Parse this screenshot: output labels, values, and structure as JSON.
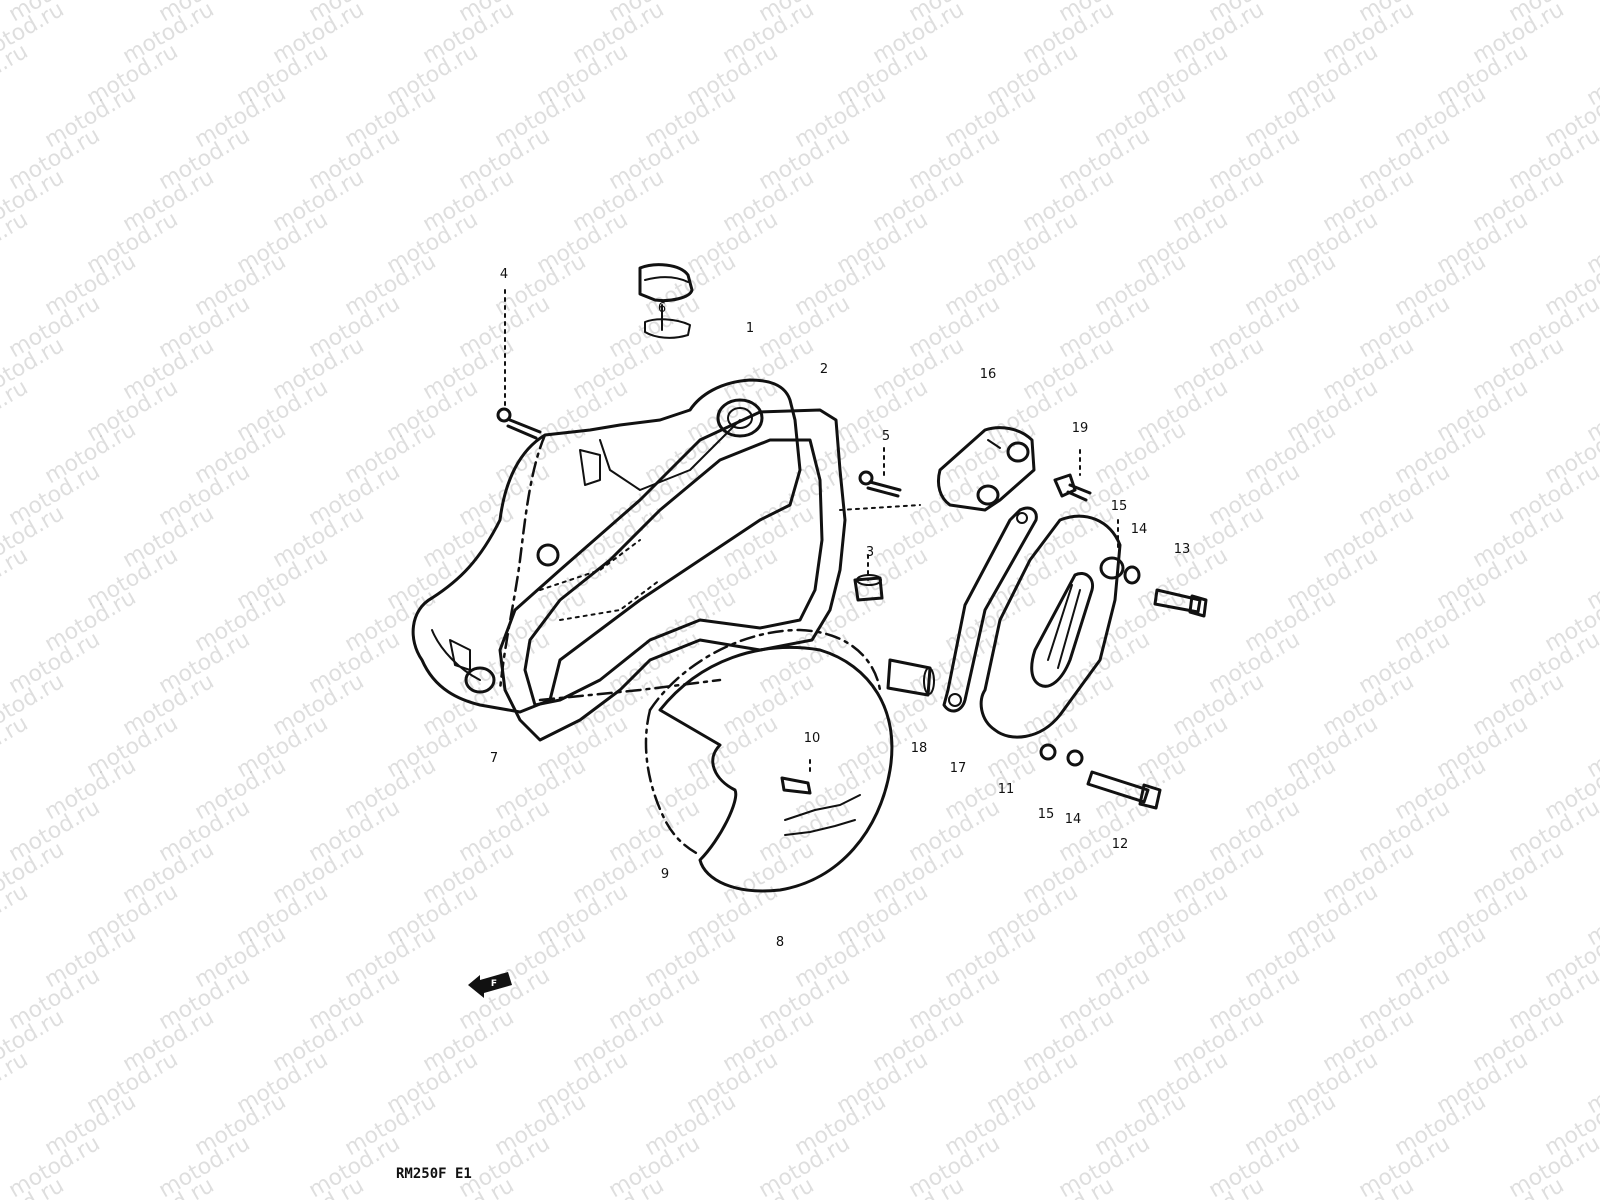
{
  "watermark": {
    "text": "motod.ru"
  },
  "callouts": [
    "6",
    "1",
    "2",
    "4",
    "5",
    "16",
    "19",
    "15",
    "14",
    "13",
    "3",
    "10",
    "18",
    "17",
    "11",
    "15",
    "14",
    "12",
    "9",
    "8",
    "7"
  ],
  "direction_badge": {
    "text": "F"
  },
  "footer": {
    "model_code": "RM250F E1"
  }
}
